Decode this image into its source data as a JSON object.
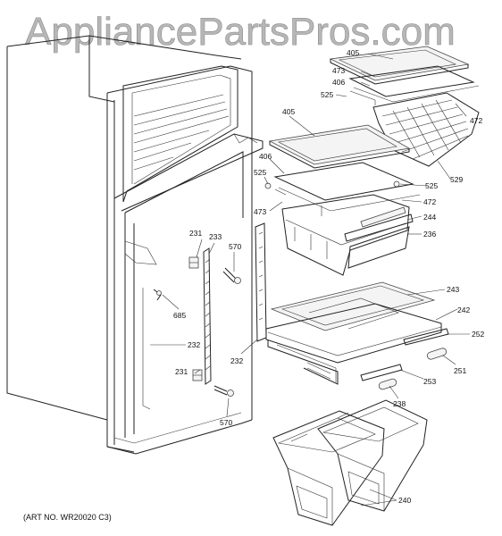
{
  "watermark": "AppliancePartsPros.com",
  "art_number": "(ART NO. WR20020 C3)",
  "callouts": {
    "c405a": "405",
    "c473a": "473",
    "c406a": "406",
    "c525a": "525",
    "c472a": "472",
    "c405b": "405",
    "c406b": "406",
    "c525b": "525",
    "c525c": "525",
    "c529": "529",
    "c473b": "473",
    "c472b": "472",
    "c244": "244",
    "c236": "236",
    "c231a": "231",
    "c233": "233",
    "c570a": "570",
    "c685": "685",
    "c232a": "232",
    "c232b": "232",
    "c231b": "231",
    "c570b": "570",
    "c243": "243",
    "c242": "242",
    "c252": "252",
    "c251": "251",
    "c253": "253",
    "c238": "238",
    "c240": "240"
  }
}
